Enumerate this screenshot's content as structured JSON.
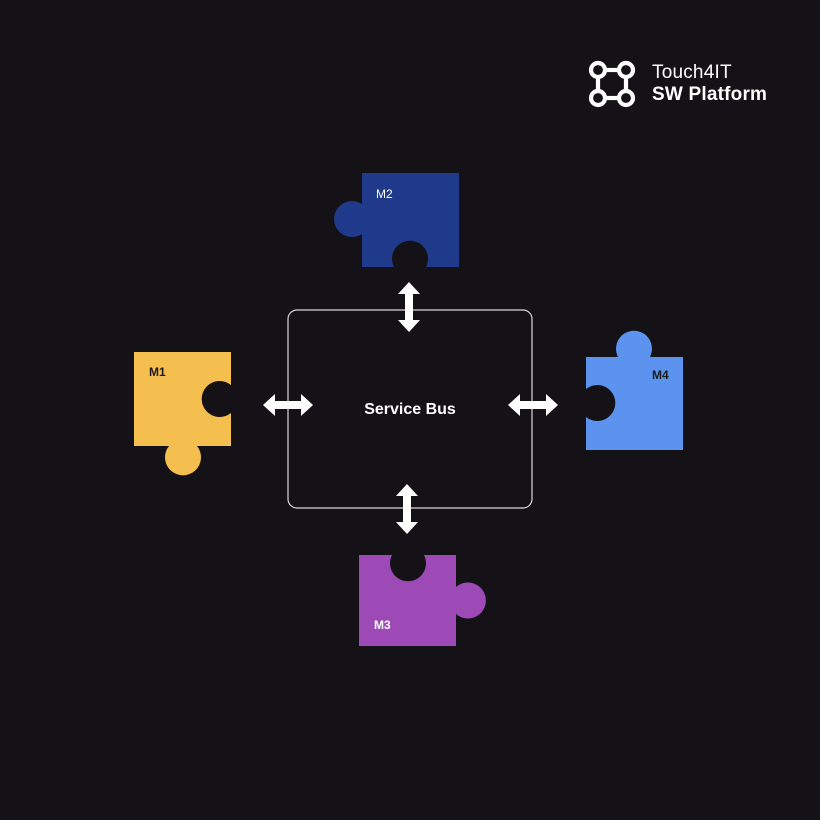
{
  "brand": {
    "name": "Touch4IT",
    "product": "SW Platform",
    "logo_icon": "network-nodes-icon"
  },
  "bus": {
    "label": "Service Bus"
  },
  "modules": [
    {
      "id": "m1",
      "label": "M1",
      "color": "#F5BF4F"
    },
    {
      "id": "m2",
      "label": "M2",
      "color": "#1F3A8A"
    },
    {
      "id": "m3",
      "label": "M3",
      "color": "#9D4AB6"
    },
    {
      "id": "m4",
      "label": "M4",
      "color": "#5B93EE"
    }
  ],
  "connectors": [
    {
      "from": "m2",
      "to": "bus",
      "direction": "bidirectional"
    },
    {
      "from": "m1",
      "to": "bus",
      "direction": "bidirectional"
    },
    {
      "from": "m4",
      "to": "bus",
      "direction": "bidirectional"
    },
    {
      "from": "m3",
      "to": "bus",
      "direction": "bidirectional"
    }
  ]
}
